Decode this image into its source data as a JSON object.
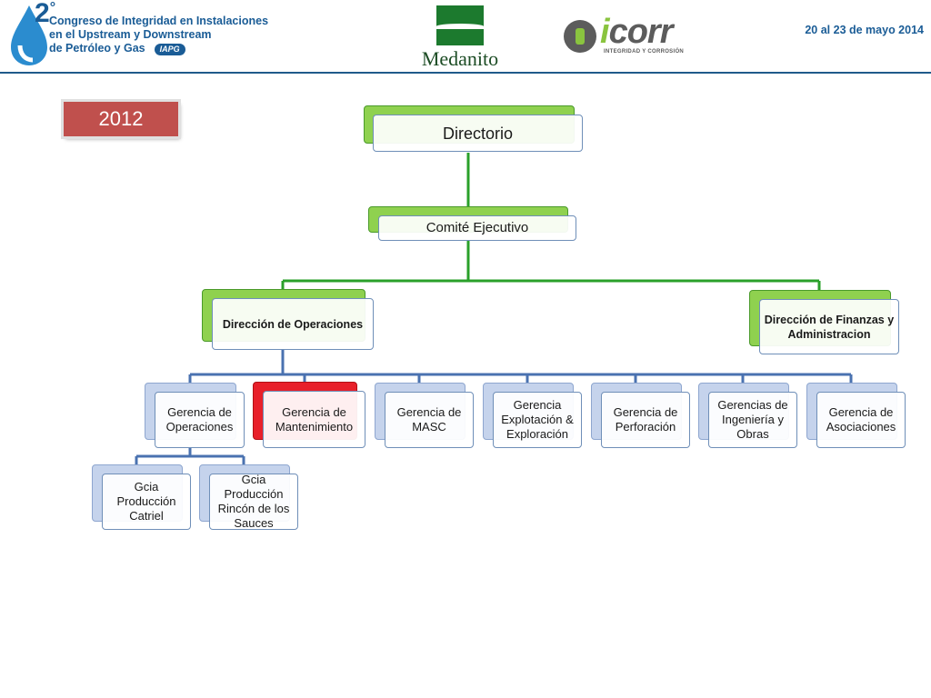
{
  "header": {
    "congreso_number": "2",
    "congreso_ordinal": "°",
    "congreso_lines": [
      "Congreso de Integridad en Instalaciones",
      "en el Upstream y Downstream",
      "de Petróleo y Gas"
    ],
    "iapg_logo": "IAPG",
    "medanito_logo": "Medanito",
    "icorr_logo_i": "i",
    "icorr_logo_rest": "corr",
    "icorr_tagline": "INTEGRIDAD Y CORROSIÓN",
    "date": "20 al 23 de mayo 2014"
  },
  "year_badge": "2012",
  "org": {
    "directorio": "Directorio",
    "comite": "Comité Ejecutivo",
    "dir_operaciones": "Dirección de Operaciones",
    "dir_finanzas": "Dirección de Finanzas y Administracion",
    "gerencias": [
      "Gerencia de Operaciones",
      "Gerencia de Mantenimiento",
      "Gerencia de MASC",
      "Gerencia Explotación & Exploración",
      "Gerencia de Perforación",
      "Gerencias de Ingeniería y Obras",
      "Gerencia de Asociaciones"
    ],
    "gcias": [
      "Gcia Producción Catriel",
      "Gcia Producción Rincón de los Sauces"
    ]
  },
  "colors": {
    "accent_green": "#8fd14f",
    "accent_blue": "#c5d3ec",
    "highlight_red": "#e8202a",
    "connector_green": "#2aa02a",
    "connector_blue": "#4a72b0",
    "badge_red": "#c0504d"
  }
}
